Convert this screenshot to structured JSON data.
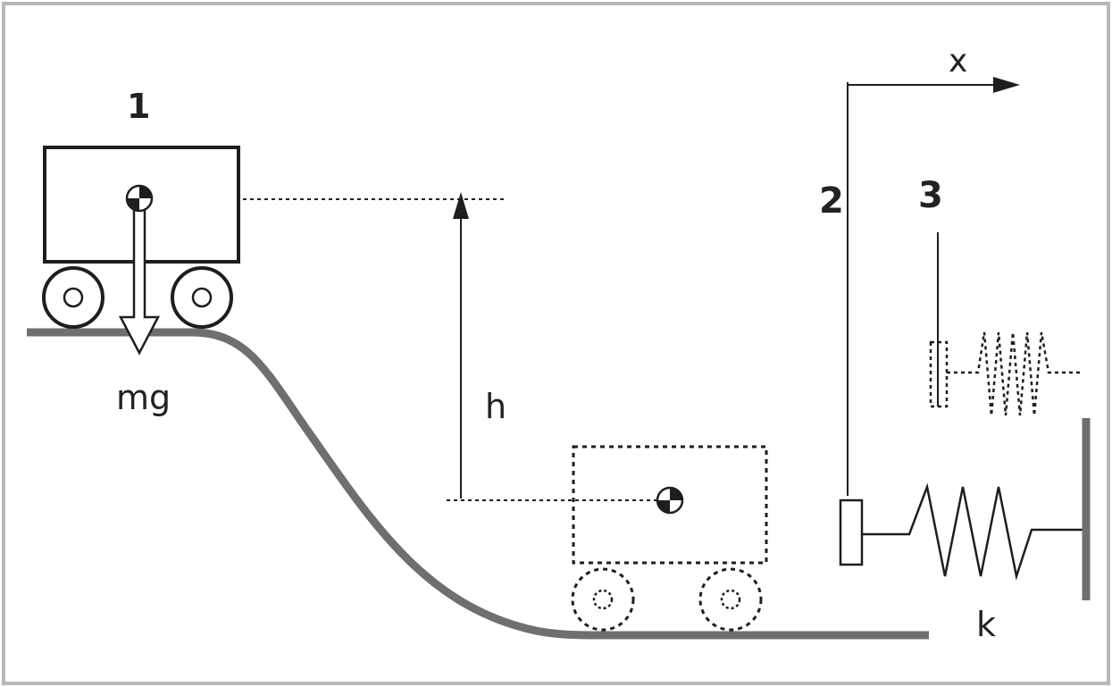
{
  "labels": {
    "state1": "1",
    "state2": "2",
    "state3": "3",
    "weight": "mg",
    "height": "h",
    "axis": "x",
    "spring_constant": "k"
  },
  "colors": {
    "frame": "#b8b8b8",
    "track": "#6f6f6f",
    "ink": "#1e1e1e",
    "wall": "#6f6f6f"
  },
  "icons": {
    "center_of_mass": "center-of-mass-icon",
    "weight_arrow": "downward-arrow-icon"
  }
}
